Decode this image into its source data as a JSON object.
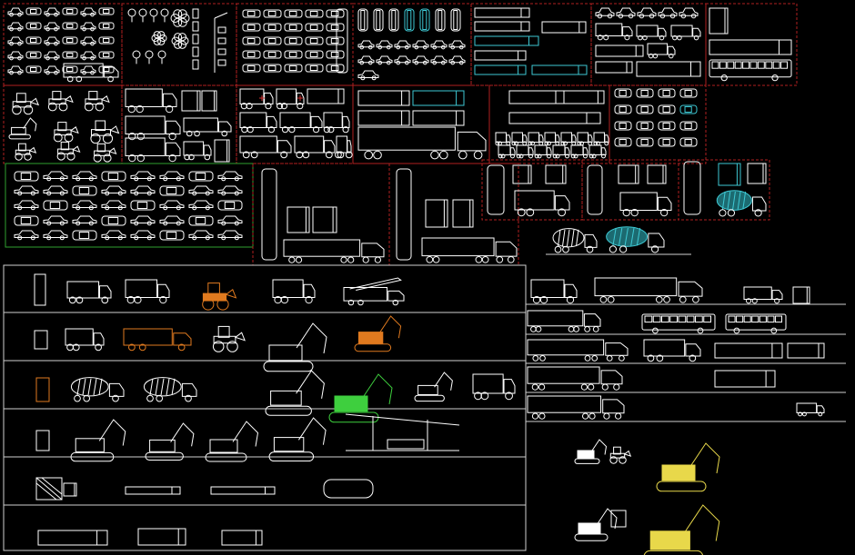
{
  "drawing": {
    "background": "#000000",
    "colors": {
      "line": "#ffffff",
      "frame_red": "#b02020",
      "frame_green": "#2fa02f",
      "accent_cyan": "#3ec9d4",
      "accent_orange": "#e07a1f",
      "accent_green": "#3ecf3e",
      "accent_yellow": "#e8d84a",
      "divider": "#cfcfcf"
    },
    "symbol_catalog": [
      "car-top-view",
      "car-side-view",
      "truck-side-view",
      "truck-top-view",
      "bus-side-view",
      "bus-top-view",
      "van-side-view",
      "ambulance-side-view",
      "semi-trailer-truck",
      "tanker-truck",
      "dump-truck",
      "concrete-mixer-truck",
      "wheel-loader",
      "bulldozer",
      "excavator",
      "crane-truck",
      "forklift",
      "road-sign",
      "traffic-light",
      "tree-plan-symbol"
    ]
  }
}
